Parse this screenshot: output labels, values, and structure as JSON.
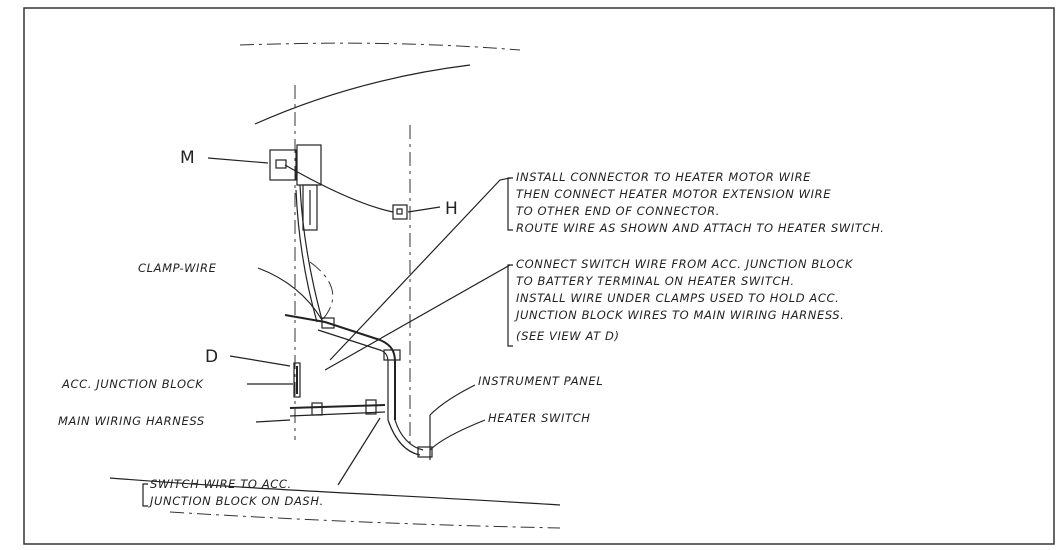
{
  "callouts": {
    "m": "M",
    "h": "H",
    "d": "D"
  },
  "notes": {
    "heater_motor": [
      "INSTALL CONNECTOR TO HEATER MOTOR WIRE",
      "THEN CONNECT HEATER MOTOR EXTENSION WIRE",
      "TO OTHER END OF CONNECTOR.",
      "ROUTE WIRE AS SHOWN AND ATTACH TO HEATER SWITCH."
    ],
    "switch_wire": [
      "CONNECT SWITCH WIRE FROM ACC. JUNCTION BLOCK",
      "TO BATTERY TERMINAL ON HEATER SWITCH.",
      "INSTALL WIRE UNDER CLAMPS USED TO HOLD ACC.",
      "JUNCTION BLOCK WIRES TO MAIN WIRING HARNESS.",
      "(SEE VIEW AT D)"
    ],
    "dash": [
      "SWITCH WIRE TO ACC.",
      "JUNCTION BLOCK ON DASH."
    ]
  },
  "labels": {
    "clamp_wire": "CLAMP-WIRE",
    "acc_junction_block": "ACC. JUNCTION BLOCK",
    "main_wiring_harness": "MAIN WIRING HARNESS",
    "instrument_panel": "INSTRUMENT PANEL",
    "heater_switch": "HEATER SWITCH"
  }
}
